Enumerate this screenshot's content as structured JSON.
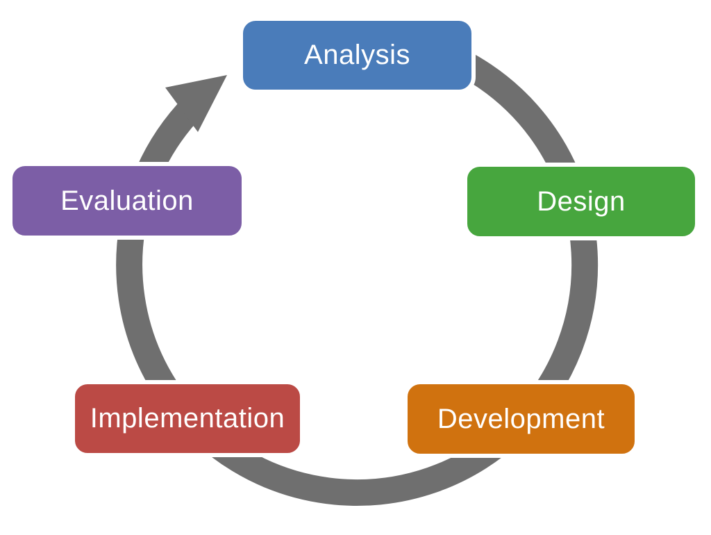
{
  "diagram": {
    "background": "#ffffff",
    "arrow_color": "#6f6f6f",
    "text_color": "#ffffff",
    "stages": [
      {
        "label": "Analysis",
        "color": "#4a7cba"
      },
      {
        "label": "Design",
        "color": "#47a63e"
      },
      {
        "label": "Development",
        "color": "#d0720f"
      },
      {
        "label": "Implementation",
        "color": "#bb4a45"
      },
      {
        "label": "Evaluation",
        "color": "#7c5ea6"
      }
    ]
  }
}
